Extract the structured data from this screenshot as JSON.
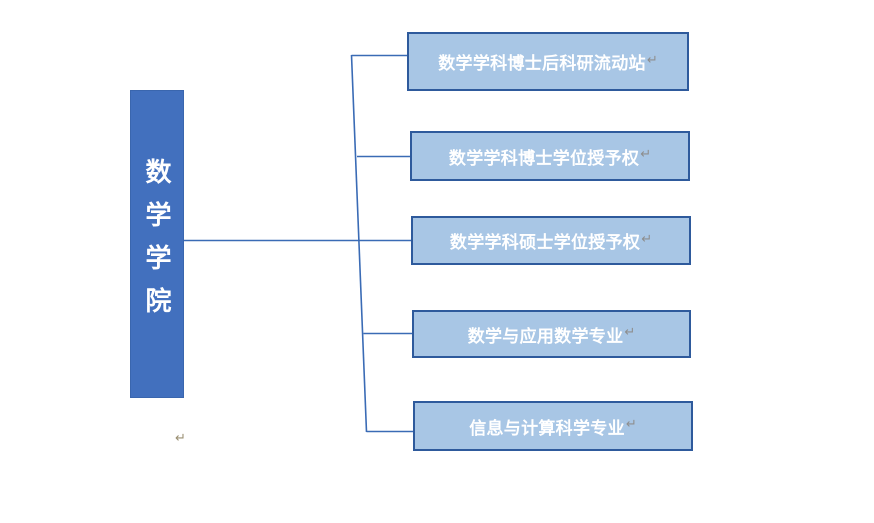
{
  "diagram": {
    "type": "organization-chart",
    "title_text": "数学学院",
    "colors": {
      "background": "#ffffff",
      "root_fill": "#4270be",
      "root_text": "#ffffff",
      "child_fill": "#a8c6e5",
      "child_border": "#2e5a9c",
      "child_text": "#ffffff",
      "connector": "#3a6bb5",
      "pilcrow": "#8e8e8e"
    },
    "root": {
      "name": "root-node-math-college",
      "label": "数学学院",
      "pilcrow": "↵",
      "orientation": "vertical"
    },
    "children": [
      {
        "name": "child-node-postdoc-station",
        "label": "数学学科博士后科研流动站",
        "pilcrow": "↵"
      },
      {
        "name": "child-node-doctoral-degree",
        "label": "数学学科博士学位授予权",
        "pilcrow": "↵"
      },
      {
        "name": "child-node-master-degree",
        "label": "数学学科硕士学位授予权",
        "pilcrow": "↵"
      },
      {
        "name": "child-node-math-applied-major",
        "label": "数学与应用数学专业",
        "pilcrow": "↵"
      },
      {
        "name": "child-node-info-computing-major",
        "label": "信息与计算科学专业",
        "pilcrow": "↵"
      }
    ]
  }
}
